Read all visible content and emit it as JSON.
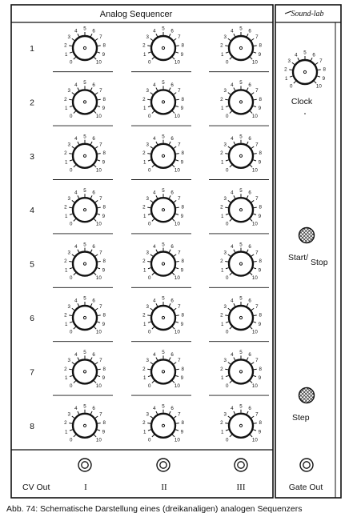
{
  "main": {
    "title": "Analog Sequencer",
    "row_labels": [
      "1",
      "2",
      "3",
      "4",
      "5",
      "6",
      "7",
      "8"
    ],
    "cv_out_label": "CV Out",
    "channel_labels": [
      "I",
      "II",
      "III"
    ]
  },
  "side": {
    "brand": "Sound-lab",
    "clock_label": "Clock",
    "start_stop_main": "Start/",
    "start_stop_sub": "Stop",
    "step_label": "Step",
    "gate_out_label": "Gate Out"
  },
  "knob_scale": [
    "0",
    "1",
    "2",
    "3",
    "4",
    "5",
    "6",
    "7",
    "8",
    "9",
    "10"
  ],
  "caption": "Abb. 74: Schematische Darstellung eines (dreikanaligen) analogen Sequenzers"
}
